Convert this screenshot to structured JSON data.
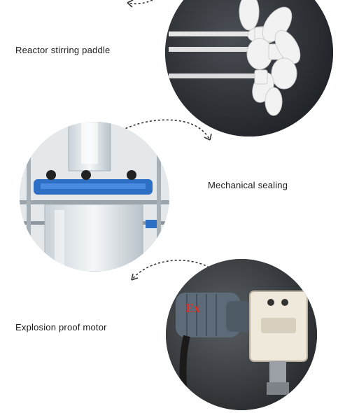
{
  "features": [
    {
      "label": "Reactor stirring paddle",
      "image": "stirring-paddles-photo"
    },
    {
      "label": "Mechanical sealing",
      "image": "glass-reactor-seal-photo"
    },
    {
      "label": "Explosion proof motor",
      "image": "explosion-proof-motor-photo"
    }
  ],
  "motor_marking": "Ex"
}
